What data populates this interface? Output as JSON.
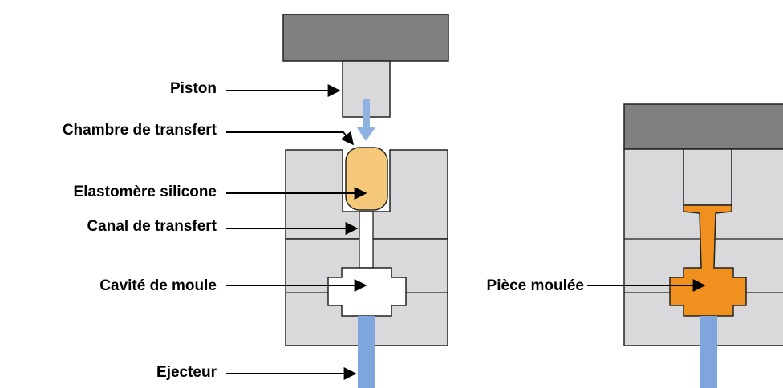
{
  "labels": {
    "piston": "Piston",
    "transfer_chamber": "Chambre de transfert",
    "silicone_elastomer": "Elastomère silicone",
    "transfer_channel": "Canal de transfert",
    "mould_cavity": "Cavité de moule",
    "ejector": "Ejecteur",
    "moulded_part": "Pièce moulée"
  },
  "colors": {
    "mold_fill": "#d9d9dc",
    "piston_top": "#808080",
    "outline": "#222222",
    "silicone": "#f5c87a",
    "moulded_part": "#f0901e",
    "ejector": "#7ea6dc",
    "flow_arrow": "#8fb2e2"
  }
}
